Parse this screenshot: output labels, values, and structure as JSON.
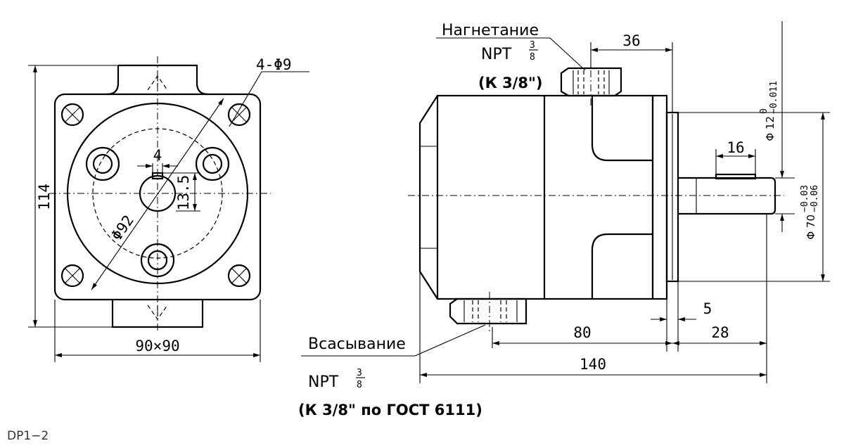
{
  "front_view": {
    "dim_height": "114",
    "dim_base": "90×90",
    "dim_holes": "4-Φ9",
    "dim_pitch": "Φ92",
    "dim_key_width": "4",
    "dim_key_depth": "13.5"
  },
  "side_view": {
    "discharge_label": "Нагнетание",
    "discharge_thread": "NPT",
    "discharge_note": "(К 3/8\")",
    "suction_label": "Всасывание",
    "suction_thread": "NPT",
    "suction_note": "(К 3/8\" по ГОСТ 6111)",
    "thread_frac_num": "3",
    "thread_frac_den": "8",
    "dim_port_offset": "36",
    "dim_key_len": "16",
    "dim_shaft_diam": "Φ 12",
    "dim_shaft_tol_up": "0",
    "dim_shaft_tol_low": "−0.011",
    "dim_pilot_diam": "Φ 70",
    "dim_pilot_tol_up": "−0.03",
    "dim_pilot_tol_low": "−0.06",
    "dim_pilot_len": "5",
    "dim_body_80": "80",
    "dim_shaft_28": "28",
    "dim_total": "140"
  },
  "drawing_id": "DP1−2"
}
